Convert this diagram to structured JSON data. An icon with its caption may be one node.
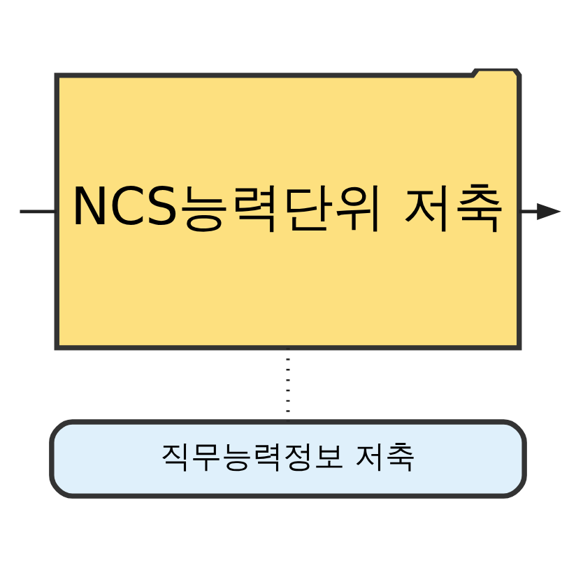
{
  "diagram": {
    "nodes": [
      {
        "text": [
          "NCS능력단위 저축"
        ]
      },
      {
        "text": [
          "직무능력정보 저축"
        ]
      }
    ],
    "edges": [
      {
        "from": null,
        "to": 0,
        "arrow": "none"
      },
      {
        "from": 0,
        "to": null,
        "arrow": "to"
      },
      {
        "from": 0,
        "to": 1,
        "arrow": "none",
        "style": "dashed"
      }
    ]
  }
}
